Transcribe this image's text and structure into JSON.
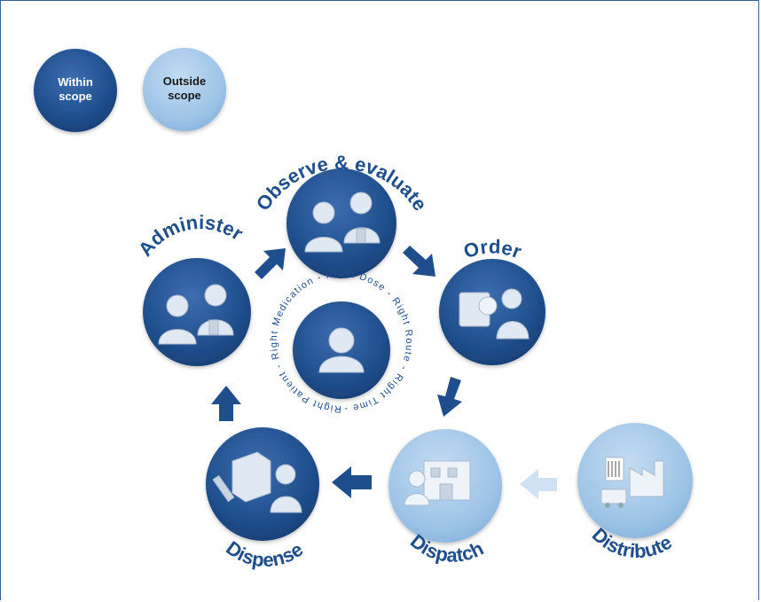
{
  "legend": {
    "within": {
      "label_line1": "Within",
      "label_line2": "scope",
      "color": "#1f4e8c"
    },
    "outside": {
      "label_line1": "Outside",
      "label_line2": "scope",
      "color": "#9cc3e6"
    }
  },
  "nodes": {
    "observe": {
      "label": "Observe & evaluate",
      "scope": "within"
    },
    "order": {
      "label": "Order",
      "scope": "within"
    },
    "administer": {
      "label": "Administer",
      "scope": "within"
    },
    "dispense": {
      "label": "Dispense",
      "scope": "within"
    },
    "dispatch": {
      "label": "Dispatch",
      "scope": "outside"
    },
    "distribute": {
      "label": "Distribute",
      "scope": "outside"
    }
  },
  "center": {
    "ring_text": "Right Patient - Right Medication - Right Dose - Right Route - Right Time -"
  },
  "colors": {
    "dark": "#1f4e8c",
    "dark_edge": "#163a6b",
    "light": "#9cc3e6",
    "lighter_arrow": "#cfe2f5",
    "label": "#1f4e8c"
  }
}
